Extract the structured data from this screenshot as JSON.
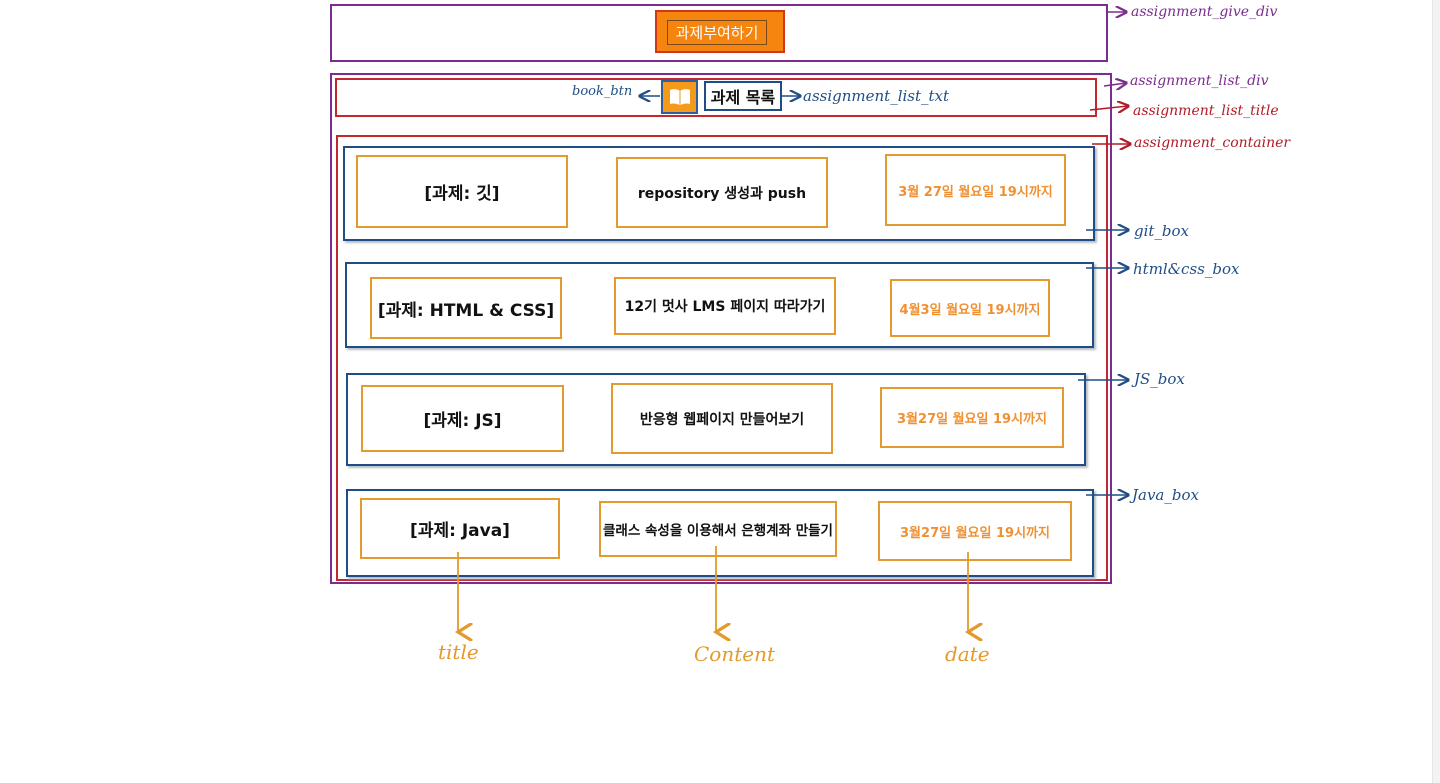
{
  "give_section": {
    "button_label": "과제부여하기"
  },
  "list_section": {
    "title": "과제 목록"
  },
  "assignments": [
    {
      "title": "[과제: 깃]",
      "content": "repository 생성과 push",
      "date": "3월 27일 월요일 19시까지"
    },
    {
      "title": "[과제: HTML & CSS]",
      "content": "12기 멋사 LMS 페이지 따라가기",
      "date": "4월3일 월요일 19시까지"
    },
    {
      "title": "[과제: JS]",
      "content": "반응형 웹페이지 만들어보기",
      "date": "3월27일 월요일 19시까지"
    },
    {
      "title": "[과제: Java]",
      "content": "클래스 속성을 이용해서 은행계좌 만들기",
      "date": "3월27일 월요일 19시까지"
    }
  ],
  "annotations": {
    "assignment_give_div": "assignment_give_div",
    "assignment_list_div": "assignment_list_div",
    "assignment_list_title": "assignment_list_title",
    "assignment_container": "assignment_container",
    "book_btn": "book_btn",
    "assignment_list_txt": "assignment_list_txt",
    "git_box": "git_box",
    "html_css_box": "html&css_box",
    "js_box": "JS_box",
    "java_box": "Java_box",
    "title": "title",
    "content": "Content",
    "date": "date"
  },
  "colors": {
    "purple": "#7b2d8e",
    "red": "#c3282e",
    "blue": "#1f4e86",
    "orange": "#e49a2e",
    "button_orange": "#f5850f"
  },
  "icons": {
    "book_btn": "book-open-icon"
  }
}
